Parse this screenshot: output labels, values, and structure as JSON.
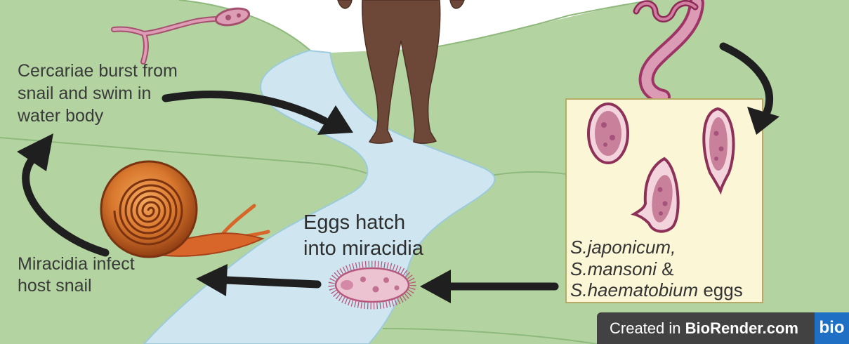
{
  "labels": {
    "cercariae_release": {
      "lines": [
        "Cercariae burst from",
        "snail and swim in",
        "water body"
      ]
    },
    "eggs_hatch": {
      "lines": [
        "Eggs hatch",
        "into miracidia"
      ]
    },
    "miracidia_infect": {
      "lines": [
        "Miracidia infect",
        "host snail"
      ]
    },
    "egg_species": {
      "japonicum": "S.japonicum,",
      "mansoni": "S.mansoni",
      "mansoni_suffix": " &",
      "haematobium": "S.haematobium",
      "haematobium_suffix": " eggs"
    }
  },
  "attribution": {
    "prefix": "Created in ",
    "brand": "BioRender.com",
    "logo": "bio"
  }
}
